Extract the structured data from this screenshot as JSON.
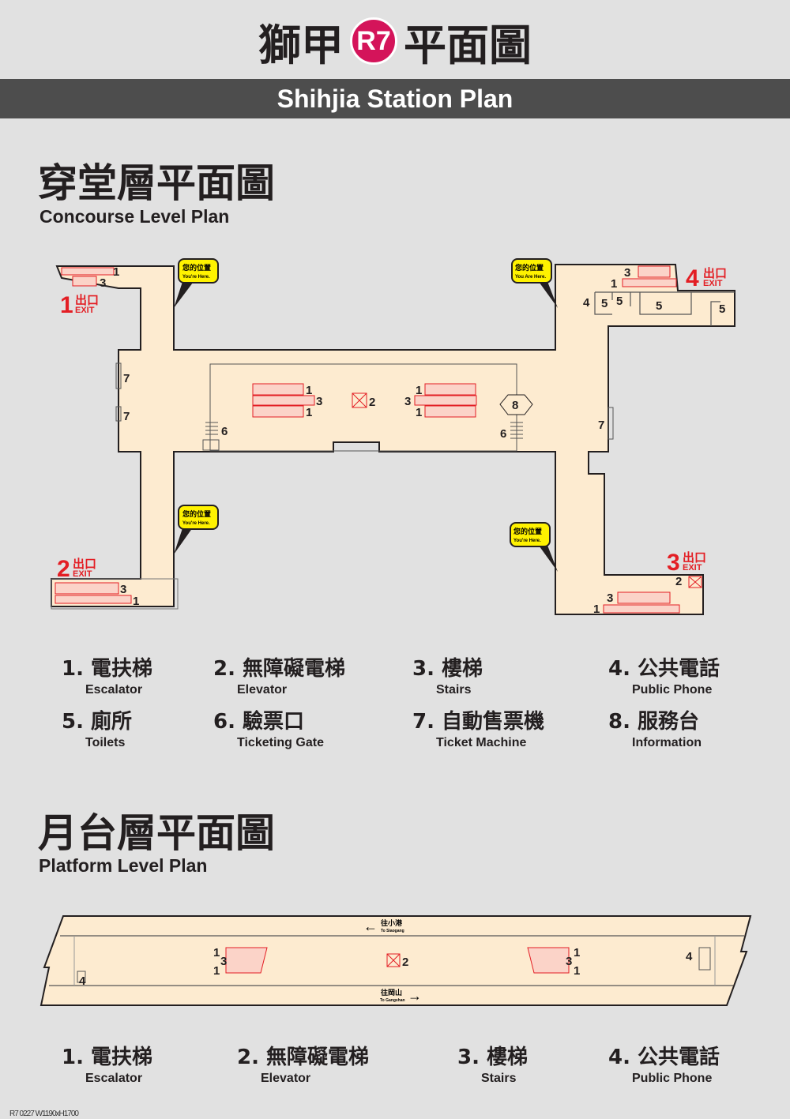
{
  "header": {
    "station_zh_1": "獅甲",
    "station_code": "R7",
    "station_zh_2": "平面圖",
    "title_en": "Shihjia Station Plan"
  },
  "concourse": {
    "title_zh": "穿堂層平面圖",
    "title_en": "Concourse Level Plan",
    "you_are_here": [
      {
        "zh": "您的位置",
        "en": "You're Here."
      },
      {
        "zh": "您的位置",
        "en": "You Are Here."
      },
      {
        "zh": "您的位置",
        "en": "You're Here."
      },
      {
        "zh": "您的位置",
        "en": "You're Here."
      }
    ],
    "exits": [
      {
        "num": "1",
        "zh": "出口",
        "en": "EXIT"
      },
      {
        "num": "2",
        "zh": "出口",
        "en": "EXIT"
      },
      {
        "num": "3",
        "zh": "出口",
        "en": "EXIT"
      },
      {
        "num": "4",
        "zh": "出口",
        "en": "EXIT"
      }
    ],
    "labels": [
      "1",
      "3",
      "7",
      "7",
      "6",
      "1",
      "3",
      "1",
      "2",
      "3",
      "1",
      "1",
      "8",
      "6",
      "7",
      "3",
      "1",
      "4",
      "5",
      "5",
      "5",
      "5",
      "3",
      "1",
      "3",
      "1",
      "2"
    ]
  },
  "concourse_legend": [
    {
      "zh": "1. 電扶梯",
      "en": "Escalator"
    },
    {
      "zh": "2. 無障礙電梯",
      "en": "Elevator"
    },
    {
      "zh": "3. 樓梯",
      "en": "Stairs"
    },
    {
      "zh": "4. 公共電話",
      "en": "Public Phone"
    },
    {
      "zh": "5. 廁所",
      "en": "Toilets"
    },
    {
      "zh": "6. 驗票口",
      "en": "Ticketing Gate"
    },
    {
      "zh": "7. 自動售票機",
      "en": "Ticket Machine"
    },
    {
      "zh": "8. 服務台",
      "en": "Information"
    }
  ],
  "platform": {
    "title_zh": "月台層平面圖",
    "title_en": "Platform Level Plan",
    "dir_up_zh": "往小港",
    "dir_up_en": "To Siaogang",
    "dir_down_zh": "往岡山",
    "dir_down_en": "To Gangshan",
    "labels": [
      "1",
      "3",
      "1",
      "2",
      "1",
      "3",
      "1",
      "4",
      "4"
    ]
  },
  "platform_legend": [
    {
      "zh": "1. 電扶梯",
      "en": "Escalator"
    },
    {
      "zh": "2. 無障礙電梯",
      "en": "Elevator"
    },
    {
      "zh": "3. 樓梯",
      "en": "Stairs"
    },
    {
      "zh": "4. 公共電話",
      "en": "Public Phone"
    }
  ],
  "footer": "R7 0227 W1190xH1700",
  "colors": {
    "floor": "#fdebd0",
    "exit_red": "#e31e24",
    "badge": "#d4145a",
    "bubble": "#fff200",
    "bar": "#4d4d4d"
  }
}
